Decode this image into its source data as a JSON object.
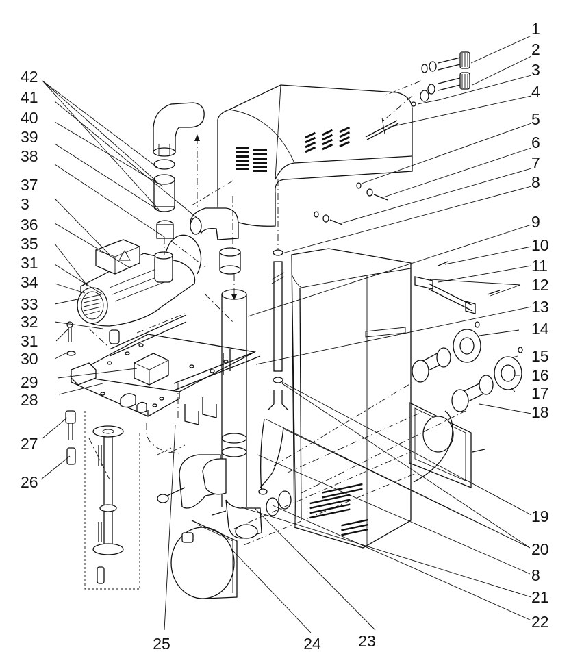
{
  "diagram": {
    "type": "exploded-parts-view",
    "callouts": [
      {
        "id": "c1",
        "text": "1"
      },
      {
        "id": "c2",
        "text": "2"
      },
      {
        "id": "c3",
        "text": "3"
      },
      {
        "id": "c4",
        "text": "4"
      },
      {
        "id": "c5",
        "text": "5"
      },
      {
        "id": "c6",
        "text": "6"
      },
      {
        "id": "c7",
        "text": "7"
      },
      {
        "id": "c8",
        "text": "8"
      },
      {
        "id": "c9",
        "text": "9"
      },
      {
        "id": "c10",
        "text": "10"
      },
      {
        "id": "c11",
        "text": "11"
      },
      {
        "id": "c12",
        "text": "12"
      },
      {
        "id": "c13",
        "text": "13"
      },
      {
        "id": "c14",
        "text": "14"
      },
      {
        "id": "c15",
        "text": "15"
      },
      {
        "id": "c16",
        "text": "16"
      },
      {
        "id": "c17",
        "text": "17"
      },
      {
        "id": "c18",
        "text": "18"
      },
      {
        "id": "c19",
        "text": "19"
      },
      {
        "id": "c20",
        "text": "20"
      },
      {
        "id": "c8b",
        "text": "8"
      },
      {
        "id": "c21",
        "text": "21"
      },
      {
        "id": "c22",
        "text": "22"
      },
      {
        "id": "c23",
        "text": "23"
      },
      {
        "id": "c24",
        "text": "24"
      },
      {
        "id": "c25",
        "text": "25"
      },
      {
        "id": "c26",
        "text": "26"
      },
      {
        "id": "c27",
        "text": "27"
      },
      {
        "id": "c28",
        "text": "28"
      },
      {
        "id": "c29",
        "text": "29"
      },
      {
        "id": "c30",
        "text": "30"
      },
      {
        "id": "c31",
        "text": "31"
      },
      {
        "id": "c32",
        "text": "32"
      },
      {
        "id": "c33",
        "text": "33"
      },
      {
        "id": "c34",
        "text": "34"
      },
      {
        "id": "c31b",
        "text": "31"
      },
      {
        "id": "c35",
        "text": "35"
      },
      {
        "id": "c36",
        "text": "36"
      },
      {
        "id": "c3b",
        "text": "3"
      },
      {
        "id": "c37",
        "text": "37"
      },
      {
        "id": "c38",
        "text": "38"
      },
      {
        "id": "c39",
        "text": "39"
      },
      {
        "id": "c40",
        "text": "40"
      },
      {
        "id": "c41",
        "text": "41"
      },
      {
        "id": "c42",
        "text": "42"
      }
    ]
  }
}
